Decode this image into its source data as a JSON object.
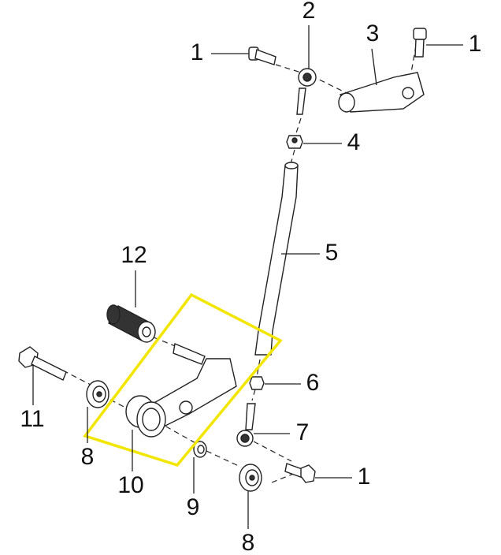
{
  "diagram": {
    "callouts": [
      {
        "id": "bolt-top-left",
        "label": "1"
      },
      {
        "id": "rod-end-upper",
        "label": "2"
      },
      {
        "id": "upper-arm",
        "label": "3"
      },
      {
        "id": "bolt-top-right",
        "label": "1"
      },
      {
        "id": "nut-upper",
        "label": "4"
      },
      {
        "id": "shift-rod",
        "label": "5"
      },
      {
        "id": "pedal-rubber",
        "label": "12"
      },
      {
        "id": "nut-lower",
        "label": "6"
      },
      {
        "id": "pivot-bolt",
        "label": "11"
      },
      {
        "id": "rod-end-lower",
        "label": "7"
      },
      {
        "id": "bearing-left",
        "label": "8"
      },
      {
        "id": "shift-lever",
        "label": "10"
      },
      {
        "id": "bolt-lower",
        "label": "1"
      },
      {
        "id": "bushing",
        "label": "9"
      },
      {
        "id": "bearing-right",
        "label": "8"
      }
    ],
    "highlight_color": "#f2e600"
  }
}
